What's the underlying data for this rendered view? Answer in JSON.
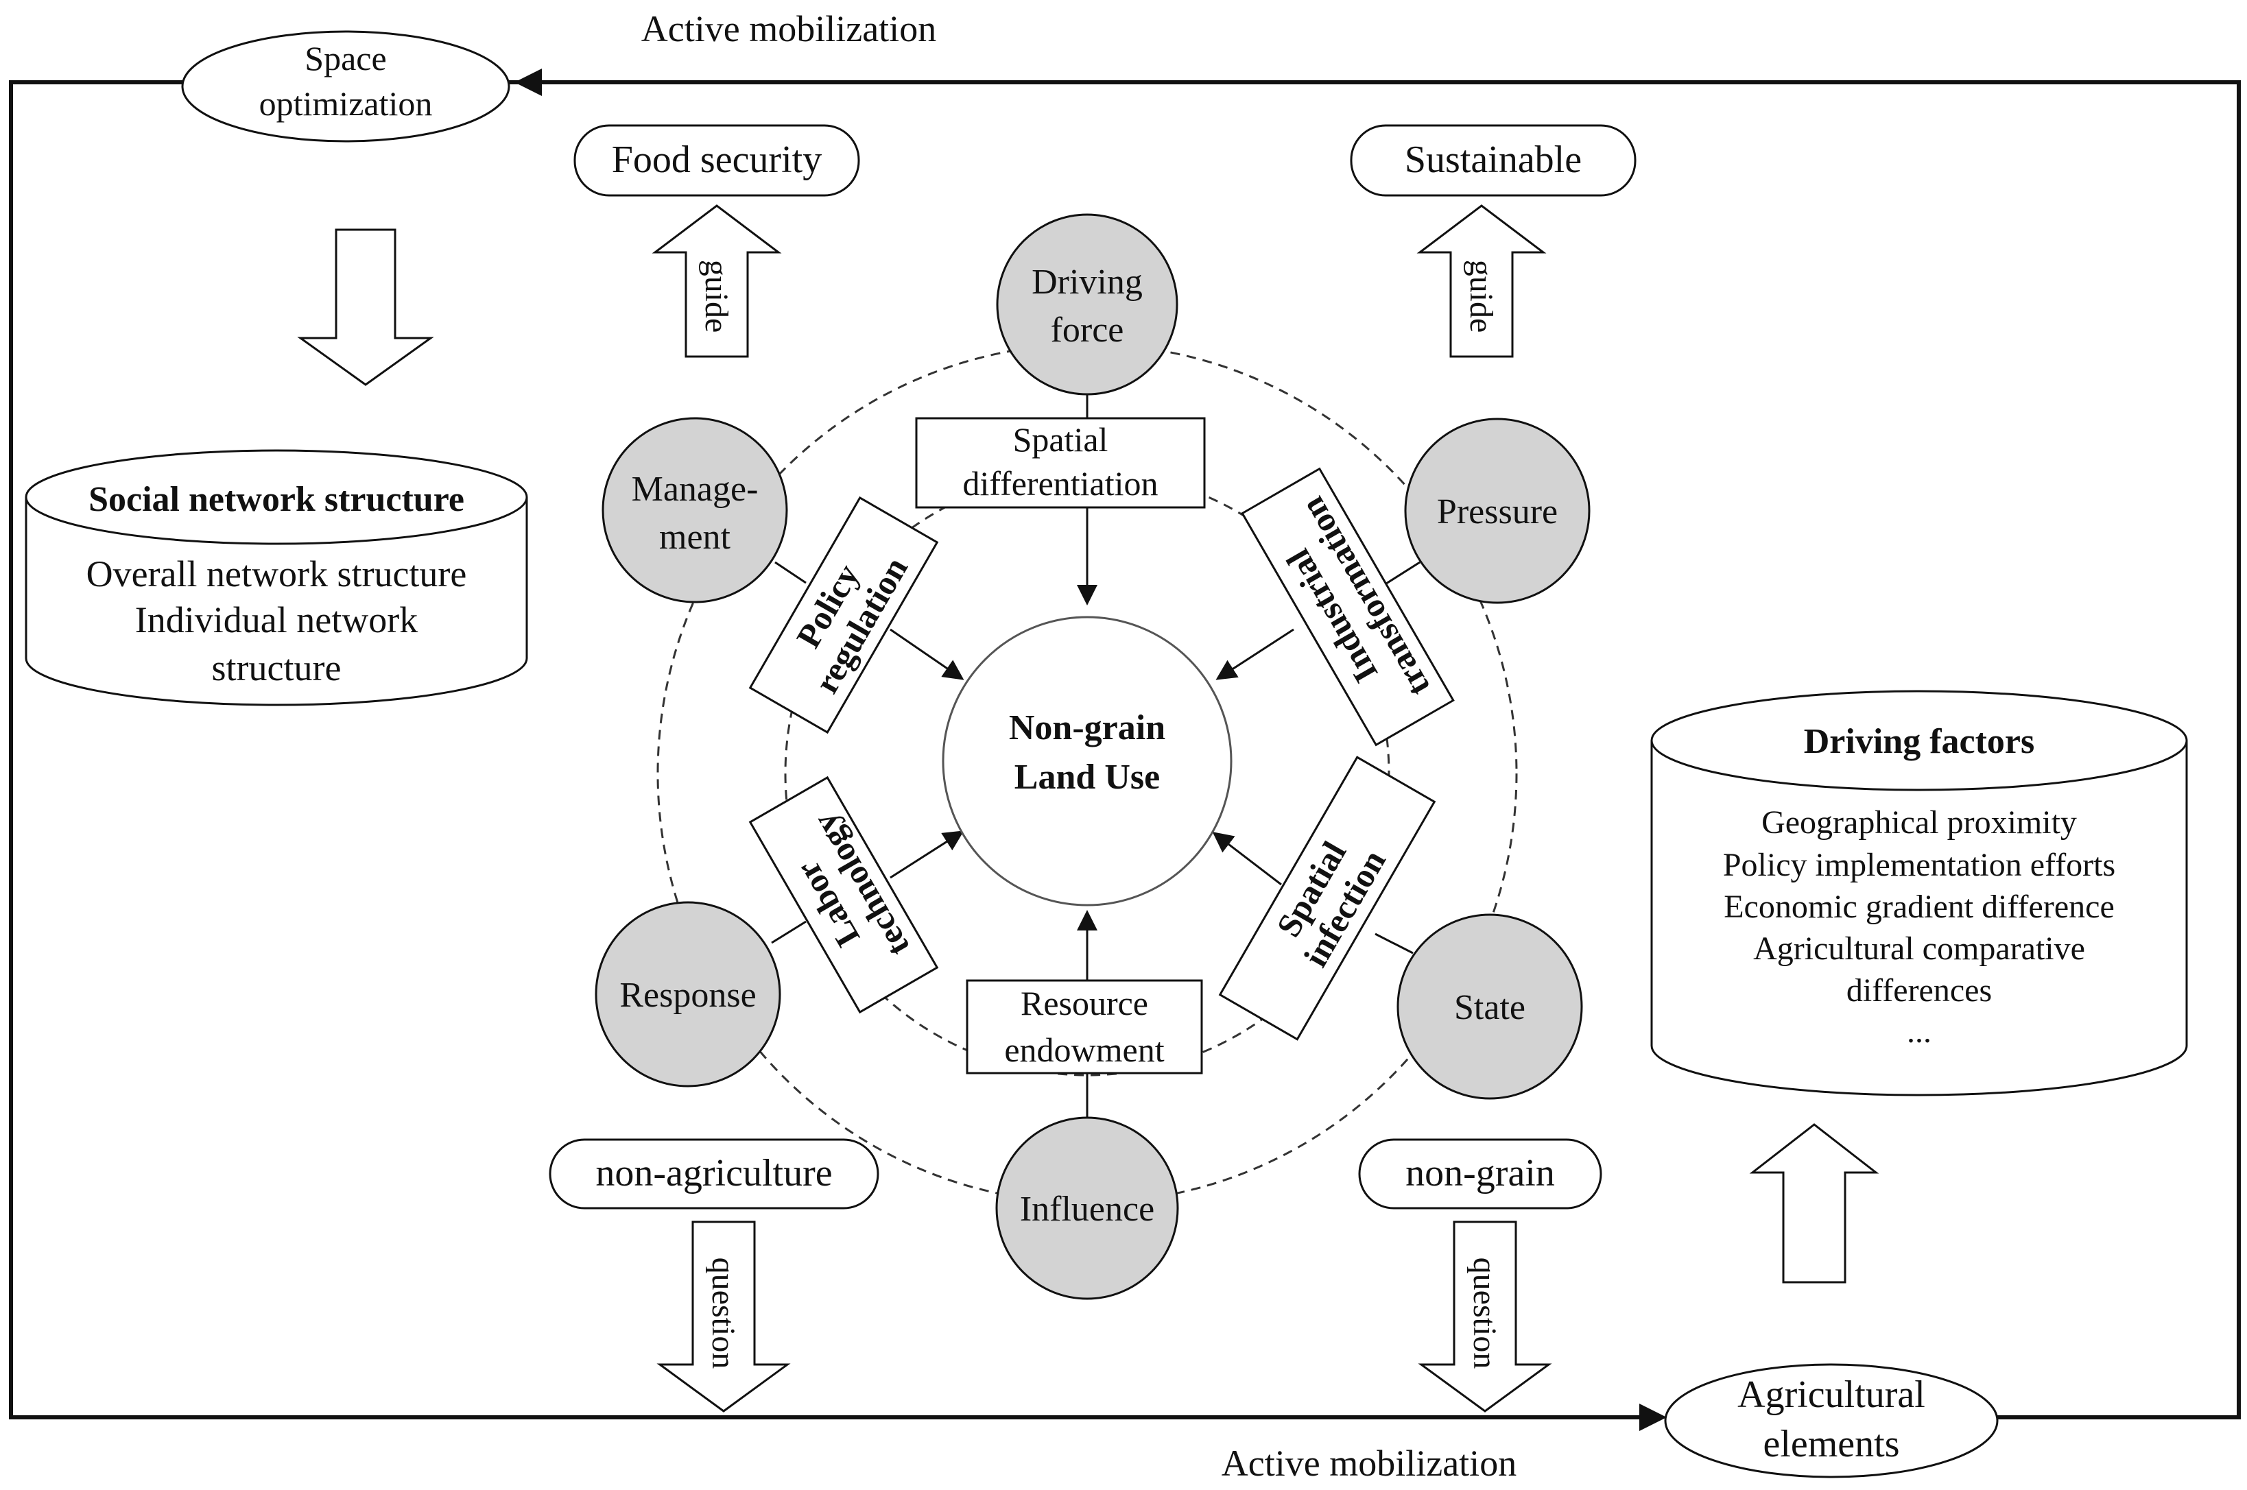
{
  "colors": {
    "stroke": "#111111",
    "fill_node": "#d3d3d3",
    "fill_white": "#ffffff",
    "dashed": "#333333"
  },
  "outer_loop": {
    "top_label": "Active mobilization",
    "bottom_label": "Active mobilization",
    "top_ellipse": [
      "Space",
      "optimization"
    ],
    "bottom_ellipse": [
      "Agricultural",
      "elements"
    ]
  },
  "goals": {
    "food_security": "Food security",
    "sustainable": "Sustainable",
    "guide_left": "guide",
    "guide_right": "guide"
  },
  "problems": {
    "non_agriculture": "non-agriculture",
    "non_grain": "non-grain",
    "question_left": "question",
    "question_right": "question"
  },
  "left_cylinder": {
    "title": "Social network structure",
    "lines": [
      "Overall network structure",
      "Individual network",
      "structure"
    ]
  },
  "right_cylinder": {
    "title": "Driving factors",
    "lines": [
      "Geographical proximity",
      "Policy implementation efforts",
      "Economic gradient difference",
      "Agricultural comparative",
      "differences",
      "..."
    ]
  },
  "center": [
    "Non-grain",
    "Land Use"
  ],
  "nodes": {
    "driving_force": [
      "Driving",
      "force"
    ],
    "pressure": [
      "Pressure"
    ],
    "state": [
      "State"
    ],
    "influence": [
      "Influence"
    ],
    "response": [
      "Response"
    ],
    "management": [
      "Manage-",
      "ment"
    ]
  },
  "mechanisms": {
    "spatial_differentiation": [
      "Spatial",
      "differentiation"
    ],
    "industrial_transformation": [
      "Industrial",
      "transformation"
    ],
    "spatial_infection": [
      "Spatial",
      "infection"
    ],
    "resource_endowment": [
      "Resource",
      "endowment"
    ],
    "labor_technology": [
      "Labor",
      "technology"
    ],
    "policy_regulation": [
      "Policy",
      "regulation"
    ]
  }
}
